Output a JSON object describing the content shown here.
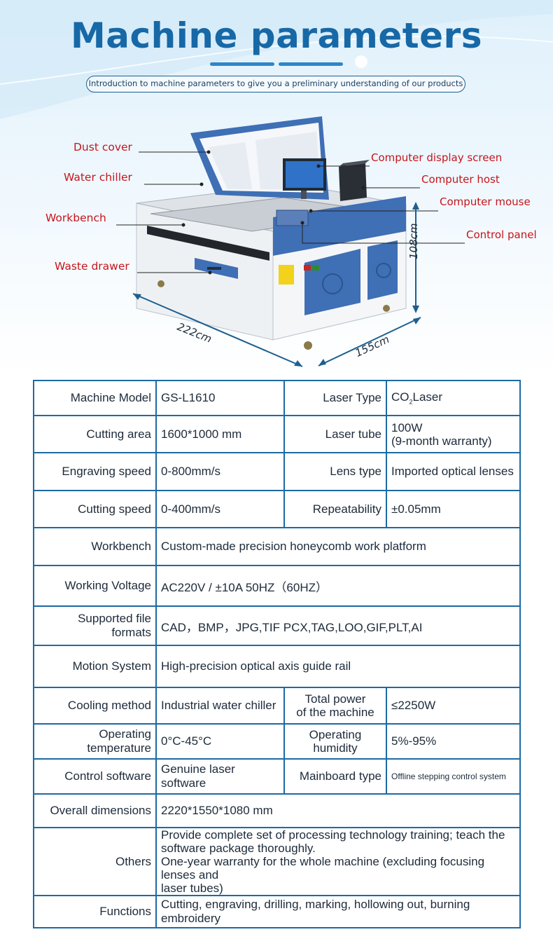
{
  "header": {
    "title": "Machine parameters",
    "subtitle": "Introduction to machine parameters to give you a preliminary understanding of our products"
  },
  "callouts": {
    "dust_cover": "Dust cover",
    "water_chiller": "Water chiller",
    "workbench": "Workbench",
    "waste_drawer": "Waste drawer",
    "computer_display_screen": "Computer display screen",
    "computer_host": "Computer host",
    "computer_mouse": "Computer mouse",
    "control_panel": "Control panel"
  },
  "dimensions": {
    "length": "222cm",
    "width": "155cm",
    "height": "108cm"
  },
  "specs": {
    "machine_model": {
      "label": "Machine Model",
      "value": "GS-L1610"
    },
    "laser_type": {
      "label": "Laser Type",
      "value_prefix": "CO",
      "value_sub": "2",
      "value_suffix": "Laser"
    },
    "cutting_area": {
      "label": "Cutting area",
      "value": "1600*1000 mm"
    },
    "laser_tube": {
      "label": "Laser tube",
      "value_line1": "100W",
      "value_line2": "(9-month warranty)"
    },
    "engraving_speed": {
      "label": "Engraving speed",
      "value": "0-800mm/s"
    },
    "lens_type": {
      "label": "Lens type",
      "value": "Imported optical lenses"
    },
    "cutting_speed": {
      "label": "Cutting speed",
      "value": "0-400mm/s"
    },
    "repeatability": {
      "label": "Repeatability",
      "value": "±0.05mm"
    },
    "workbench": {
      "label": "Workbench",
      "value": "Custom-made precision honeycomb work platform"
    },
    "working_voltage": {
      "label": "Working Voltage",
      "value": "AC220V / ±10A 50HZ（60HZ）"
    },
    "file_formats": {
      "label": "Supported file formats",
      "value": "CAD，BMP，JPG,TIF PCX,TAG,LOO,GIF,PLT,AI"
    },
    "motion_system": {
      "label": "Motion System",
      "value": "High-precision optical axis guide rail"
    },
    "cooling_method": {
      "label": "Cooling method",
      "value": "Industrial water chiller"
    },
    "total_power": {
      "label_line1": "Total power",
      "label_line2": "of the machine",
      "value": "≤2250W"
    },
    "operating_temperature": {
      "label": "Operating temperature",
      "value": "0°C-45°C"
    },
    "operating_humidity": {
      "label_line1": "Operating",
      "label_line2": "humidity",
      "value": "5%-95%"
    },
    "control_software": {
      "label": "Control software",
      "value": "Genuine laser software"
    },
    "mainboard_type": {
      "label": "Mainboard type",
      "value": "Offline stepping control system"
    },
    "overall_dimensions": {
      "label": "Overall dimensions",
      "value": "2220*1550*1080 mm"
    },
    "others": {
      "label": "Others",
      "value_line1": "Provide complete set of processing technology training; teach the",
      "value_line2": "software package thoroughly.",
      "value_line3": "One-year warranty for the whole machine (excluding focusing lenses and",
      "value_line4": "laser tubes)"
    },
    "functions": {
      "label": "Functions",
      "value": "Cutting, engraving, drilling, marking, hollowing out, burning embroidery"
    }
  },
  "colors": {
    "title_blue": "#1768a6",
    "callout_red": "#c5161d",
    "table_border": "#1d6aa3",
    "machine_blue": "#3f6fb4"
  }
}
